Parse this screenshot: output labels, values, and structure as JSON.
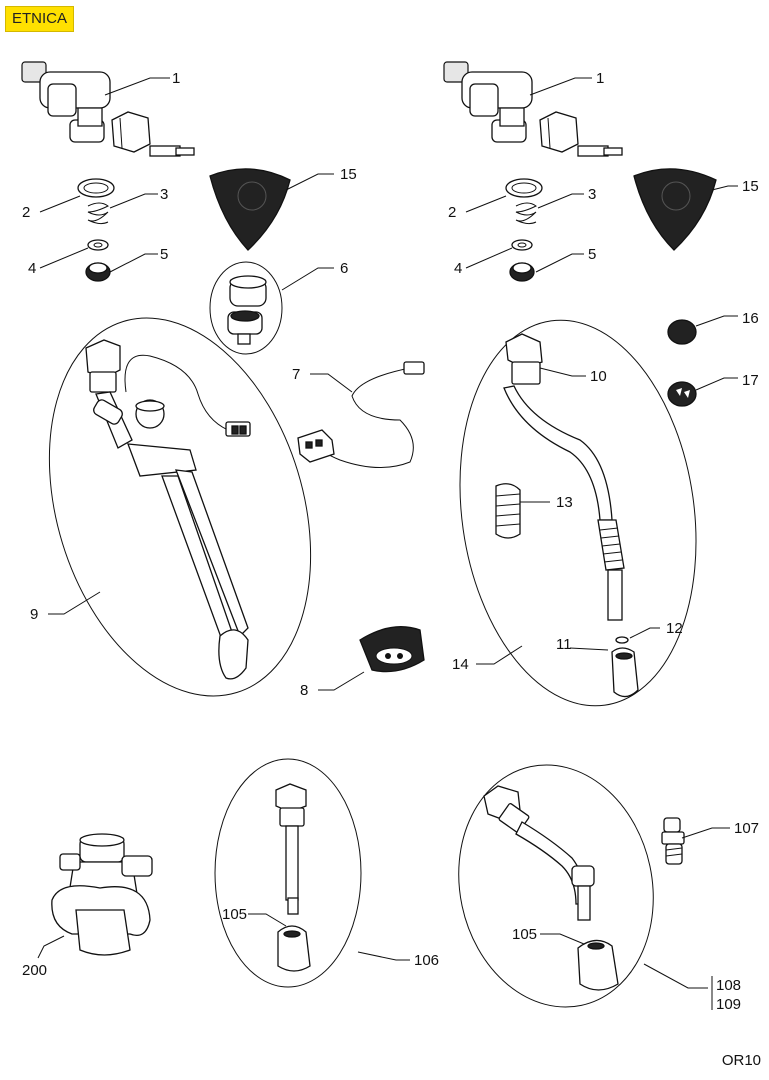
{
  "header": {
    "model_label": "ETNICA"
  },
  "footer": {
    "page_code": "OR10"
  },
  "callouts": {
    "c1a": "1",
    "c1b": "1",
    "c2a": "2",
    "c2b": "2",
    "c3a": "3",
    "c3b": "3",
    "c4a": "4",
    "c4b": "4",
    "c5a": "5",
    "c5b": "5",
    "c6": "6",
    "c7": "7",
    "c8": "8",
    "c9": "9",
    "c10": "10",
    "c11": "11",
    "c12": "12",
    "c13": "13",
    "c14": "14",
    "c15a": "15",
    "c15b": "15",
    "c16": "16",
    "c17": "17",
    "c105a": "105",
    "c105b": "105",
    "c106": "106",
    "c107": "107",
    "c108": "108",
    "c109": "109",
    "c200": "200"
  }
}
